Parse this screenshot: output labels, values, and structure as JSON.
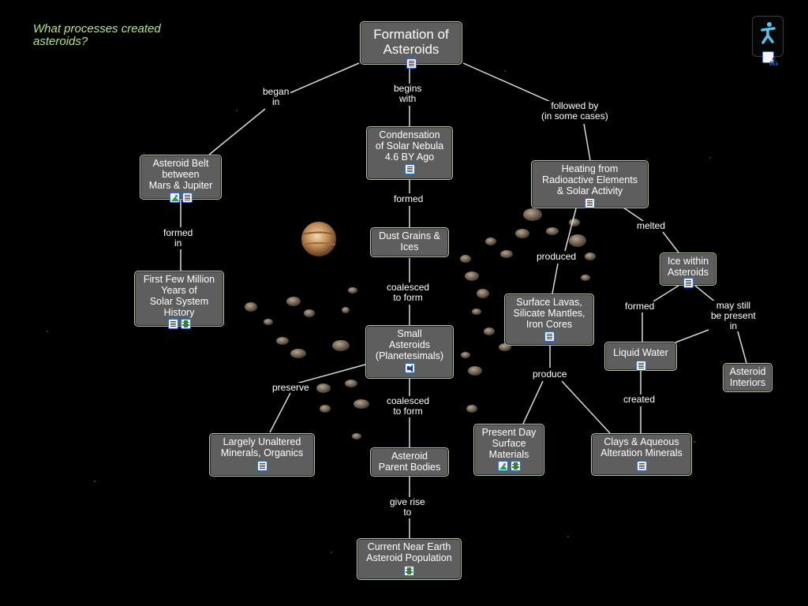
{
  "focus_question": "What processes created\nasteroids?",
  "colors": {
    "node_fill": "#5e5e5e",
    "node_border": "#b0c8a0",
    "line": "#d8d8d8",
    "focus_text": "#b5e38d"
  },
  "nodes": [
    {
      "id": "root",
      "label": "Formation of\nAsteroids",
      "icons": [
        "doc"
      ]
    },
    {
      "id": "belt",
      "label": "Asteroid Belt\nbetween\nMars & Jupiter",
      "icons": [
        "img",
        "doc"
      ]
    },
    {
      "id": "nebula",
      "label": "Condensation\nof Solar Nebula\n4.6 BY Ago",
      "icons": [
        "doc"
      ]
    },
    {
      "id": "heating",
      "label": "Heating from\nRadioactive Elements\n& Solar Activity",
      "icons": [
        "doc"
      ]
    },
    {
      "id": "dust",
      "label": "Dust Grains &\nIces",
      "icons": []
    },
    {
      "id": "firstfew",
      "label": "First Few Million\nYears of\nSolar System\nHistory",
      "icons": [
        "doc",
        "vid"
      ]
    },
    {
      "id": "ice",
      "label": "Ice within\nAsteroids",
      "icons": [
        "doc"
      ]
    },
    {
      "id": "lavas",
      "label": "Surface Lavas,\nSilicate Mantles,\nIron Cores",
      "icons": [
        "doc"
      ]
    },
    {
      "id": "small",
      "label": "Small\nAsteroids\n(Planetesimals)",
      "icons": [
        "aud"
      ]
    },
    {
      "id": "water",
      "label": "Liquid Water",
      "icons": [
        "doc"
      ]
    },
    {
      "id": "interiors",
      "label": "Asteroid\nInteriors",
      "icons": []
    },
    {
      "id": "unaltered",
      "label": "Largely Unaltered\nMinerals, Organics",
      "icons": [
        "doc"
      ]
    },
    {
      "id": "presentday",
      "label": "Present Day\nSurface\nMaterials",
      "icons": [
        "img",
        "vid"
      ]
    },
    {
      "id": "clays",
      "label": "Clays & Aqueous\nAlteration Minerals",
      "icons": [
        "doc"
      ]
    },
    {
      "id": "parent",
      "label": "Asteroid\nParent Bodies",
      "icons": []
    },
    {
      "id": "nea",
      "label": "Current Near Earth\nAsteroid Population",
      "icons": [
        "vid"
      ]
    }
  ],
  "links": [
    {
      "id": "began-in",
      "label": "began\nin"
    },
    {
      "id": "begins-with",
      "label": "begins\nwith"
    },
    {
      "id": "followed-by",
      "label": "followed by\n(in some cases)"
    },
    {
      "id": "formed-nebula",
      "label": "formed"
    },
    {
      "id": "formed-in",
      "label": "formed\nin"
    },
    {
      "id": "coalesced-1",
      "label": "coalesced\nto form"
    },
    {
      "id": "melted",
      "label": "melted"
    },
    {
      "id": "produced",
      "label": "produced"
    },
    {
      "id": "formed-ice",
      "label": "formed"
    },
    {
      "id": "may-still",
      "label": "may still\nbe present\nin"
    },
    {
      "id": "preserve",
      "label": "preserve"
    },
    {
      "id": "coalesced-2",
      "label": "coalesced\nto form"
    },
    {
      "id": "produce",
      "label": "produce"
    },
    {
      "id": "created",
      "label": "created"
    },
    {
      "id": "give-rise",
      "label": "give rise\nto"
    }
  ],
  "toolbar": {
    "person_icon": "walking-person-icon",
    "tree_icon": "concept-tree-icon"
  }
}
